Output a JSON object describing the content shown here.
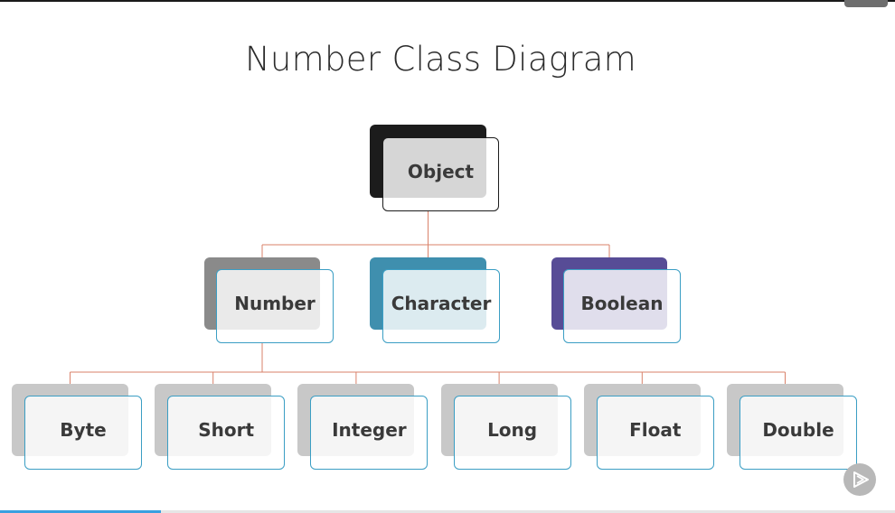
{
  "title": "Number Class Diagram",
  "nodes": {
    "object": {
      "label": "Object",
      "shadow_color": "#1c1c1c",
      "border_color": "#1c1c1c"
    },
    "number": {
      "label": "Number",
      "shadow_color": "#8a8a8a",
      "border_color": "#3b9ec4"
    },
    "character": {
      "label": "Character",
      "shadow_color": "#3f8fae",
      "border_color": "#3b9ec4"
    },
    "boolean": {
      "label": "Boolean",
      "shadow_color": "#574c96",
      "border_color": "#3b9ec4"
    },
    "byte": {
      "label": "Byte",
      "shadow_color": "#c8c8c8",
      "border_color": "#3b9ec4"
    },
    "short": {
      "label": "Short",
      "shadow_color": "#c8c8c8",
      "border_color": "#3b9ec4"
    },
    "integer": {
      "label": "Integer",
      "shadow_color": "#c8c8c8",
      "border_color": "#3b9ec4"
    },
    "long": {
      "label": "Long",
      "shadow_color": "#c8c8c8",
      "border_color": "#3b9ec4"
    },
    "float": {
      "label": "Float",
      "shadow_color": "#c8c8c8",
      "border_color": "#3b9ec4"
    },
    "double": {
      "label": "Double",
      "shadow_color": "#c8c8c8",
      "border_color": "#3b9ec4"
    }
  },
  "edges": [
    [
      "object",
      "number"
    ],
    [
      "object",
      "character"
    ],
    [
      "object",
      "boolean"
    ],
    [
      "number",
      "byte"
    ],
    [
      "number",
      "short"
    ],
    [
      "number",
      "integer"
    ],
    [
      "number",
      "long"
    ],
    [
      "number",
      "float"
    ],
    [
      "number",
      "double"
    ]
  ],
  "connector_color": "#d9826a",
  "player": {
    "icon": "play-icon",
    "progress": 0.18,
    "progress_color": "#3aa0e0"
  }
}
